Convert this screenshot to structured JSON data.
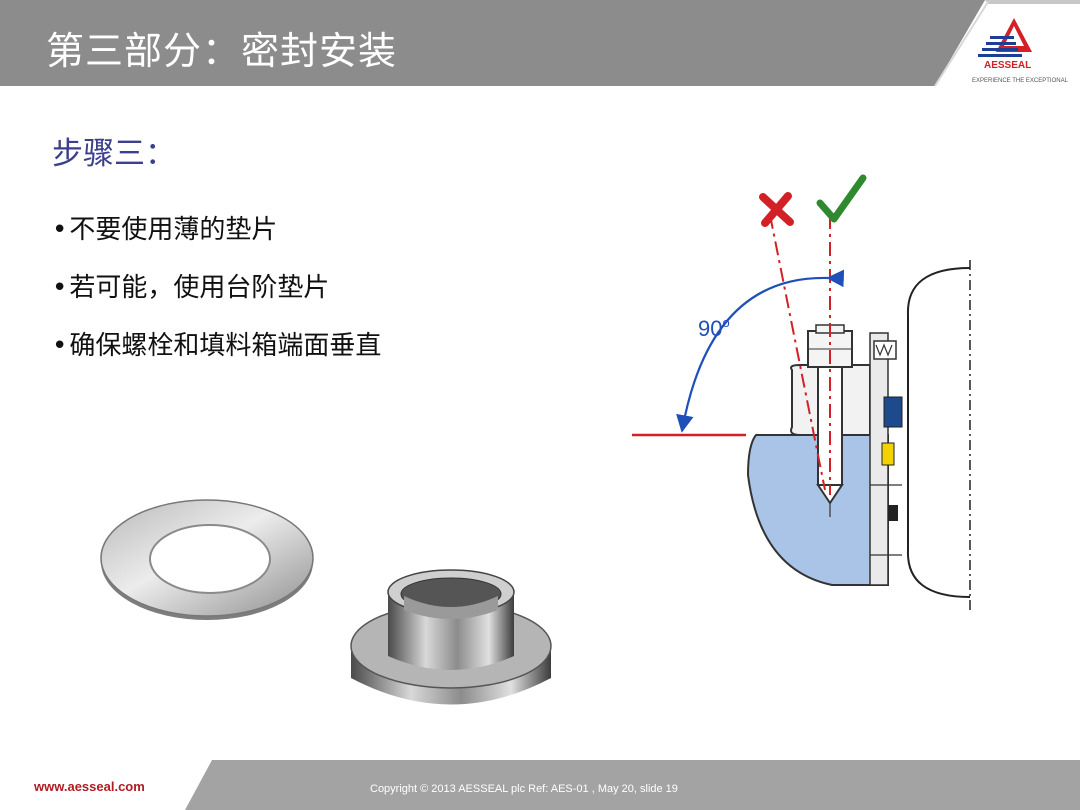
{
  "header": {
    "title": "第三部分：密封安装",
    "logo_name": "AESSEAL",
    "logo_tagline": "EXPERIENCE THE EXCEPTIONAL"
  },
  "content": {
    "step_heading": "步骤三：",
    "bullets": [
      {
        "marker": "•",
        "text": "不要使用薄的垫片"
      },
      {
        "marker": "•",
        "text": "若可能，使用台阶垫片"
      },
      {
        "marker": "•",
        "text": "确保螺栓和填料箱端面垂直"
      }
    ]
  },
  "diagram": {
    "angle_value": "90",
    "angle_unit": "o",
    "wrong_mark_icon": "cross-icon",
    "right_mark_icon": "check-icon"
  },
  "colors": {
    "header_gray": "#8c8c8c",
    "title_text": "#ffffff",
    "heading_blue": "#3c3f8c",
    "accent_red": "#d32027",
    "check_green": "#2f8a2f",
    "arrow_blue": "#1f4fb8",
    "gland_blue": "#a9c4e6"
  },
  "footer": {
    "url": "www.aesseal.com",
    "copyright": "Copyright © 2013 AESSEAL plc Ref: AES-01 , May 20, slide 19"
  }
}
